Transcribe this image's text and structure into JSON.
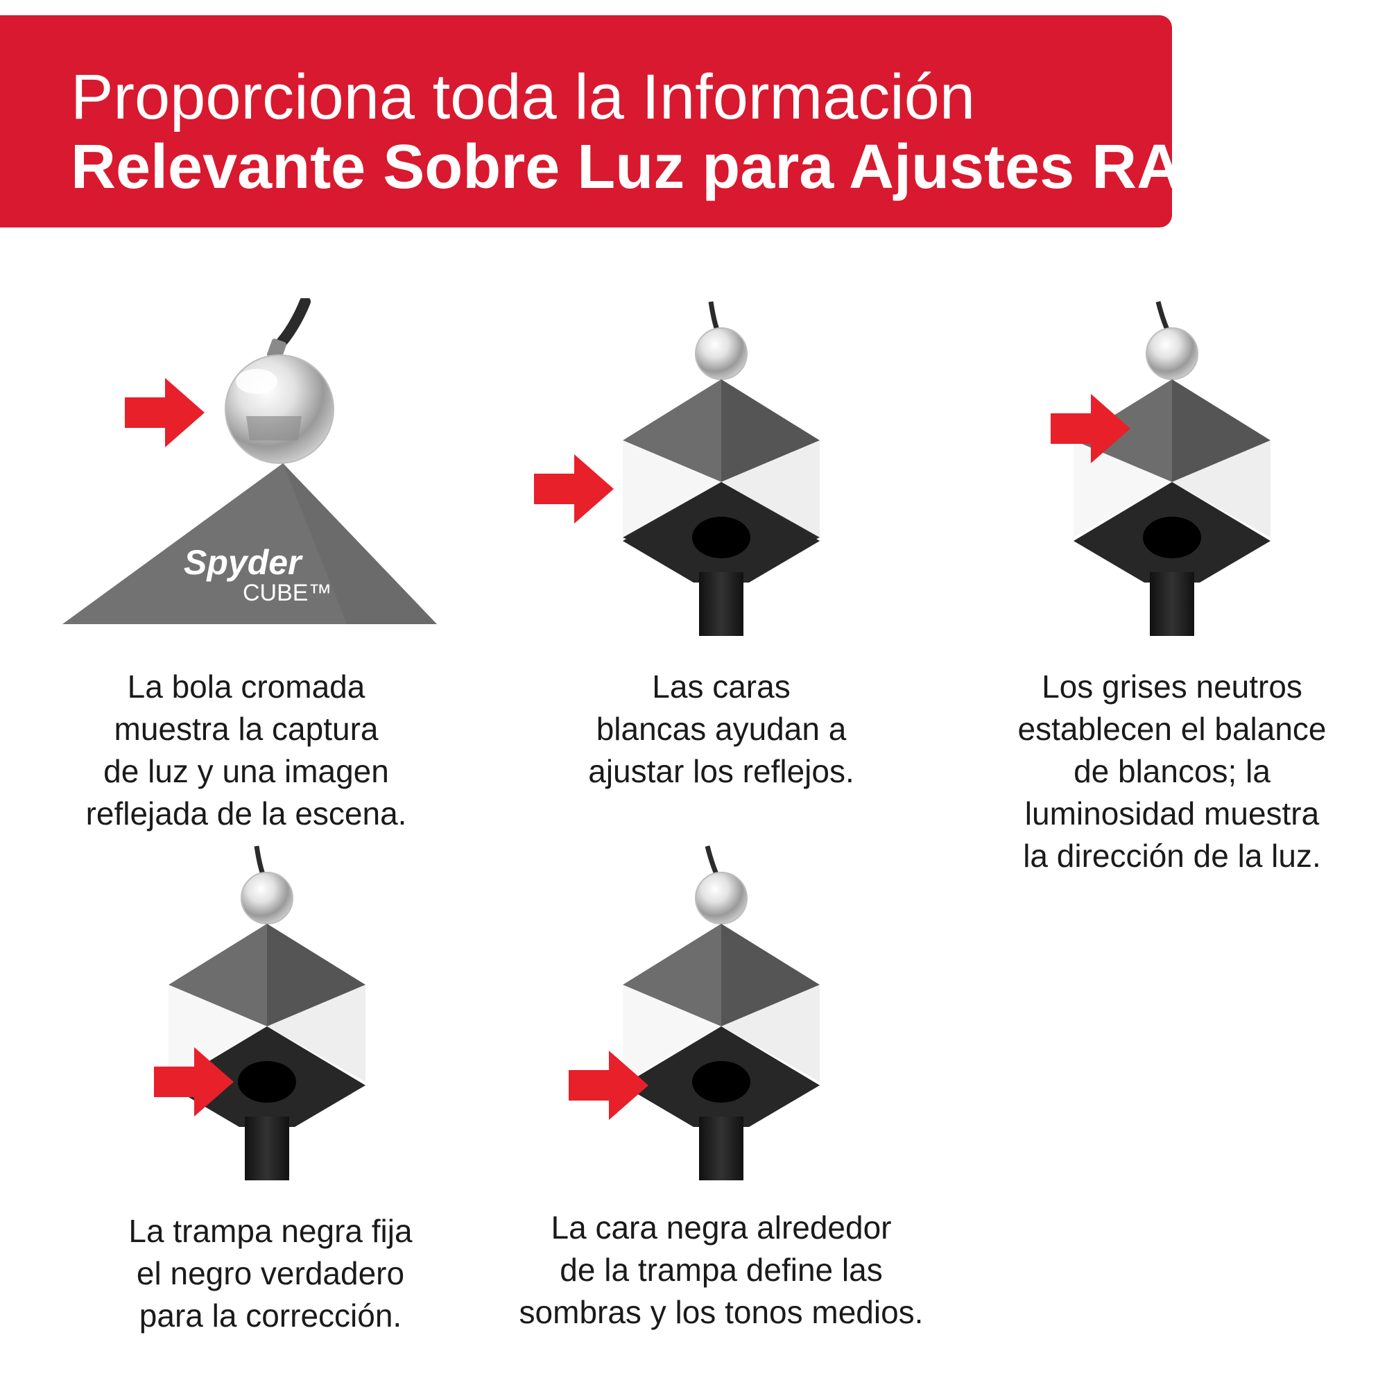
{
  "header": {
    "title_line1": "Proporciona toda la Información",
    "title_line2": "Relevante Sobre Luz para Ajustes RAW"
  },
  "colors": {
    "banner": "#d8192f",
    "arrow": "#e8202a",
    "cube_gray": "#6f6f6f",
    "cube_dark": "#2a2a2a",
    "cube_white": "#f6f6f6"
  },
  "product_logo": {
    "brand": "Spyder",
    "model": "CUBE™"
  },
  "features": [
    {
      "target": "chrome-ball",
      "caption": [
        "La bola cromada",
        "muestra la captura",
        "de luz y una imagen",
        "reflejada de la escena."
      ]
    },
    {
      "target": "white-faces",
      "caption": [
        "Las caras",
        "blancas ayudan a",
        "ajustar los reflejos."
      ]
    },
    {
      "target": "gray-faces",
      "caption": [
        "Los grises neutros",
        "establecen el balance",
        "de blancos; la",
        "luminosidad muestra",
        "la dirección de la luz."
      ]
    },
    {
      "target": "black-trap",
      "caption": [
        "La trampa negra fija",
        "el negro verdadero",
        "para la corrección."
      ]
    },
    {
      "target": "black-face",
      "caption": [
        "La cara negra alrededor",
        "de la trampa define las",
        "sombras y los tonos medios."
      ]
    }
  ]
}
